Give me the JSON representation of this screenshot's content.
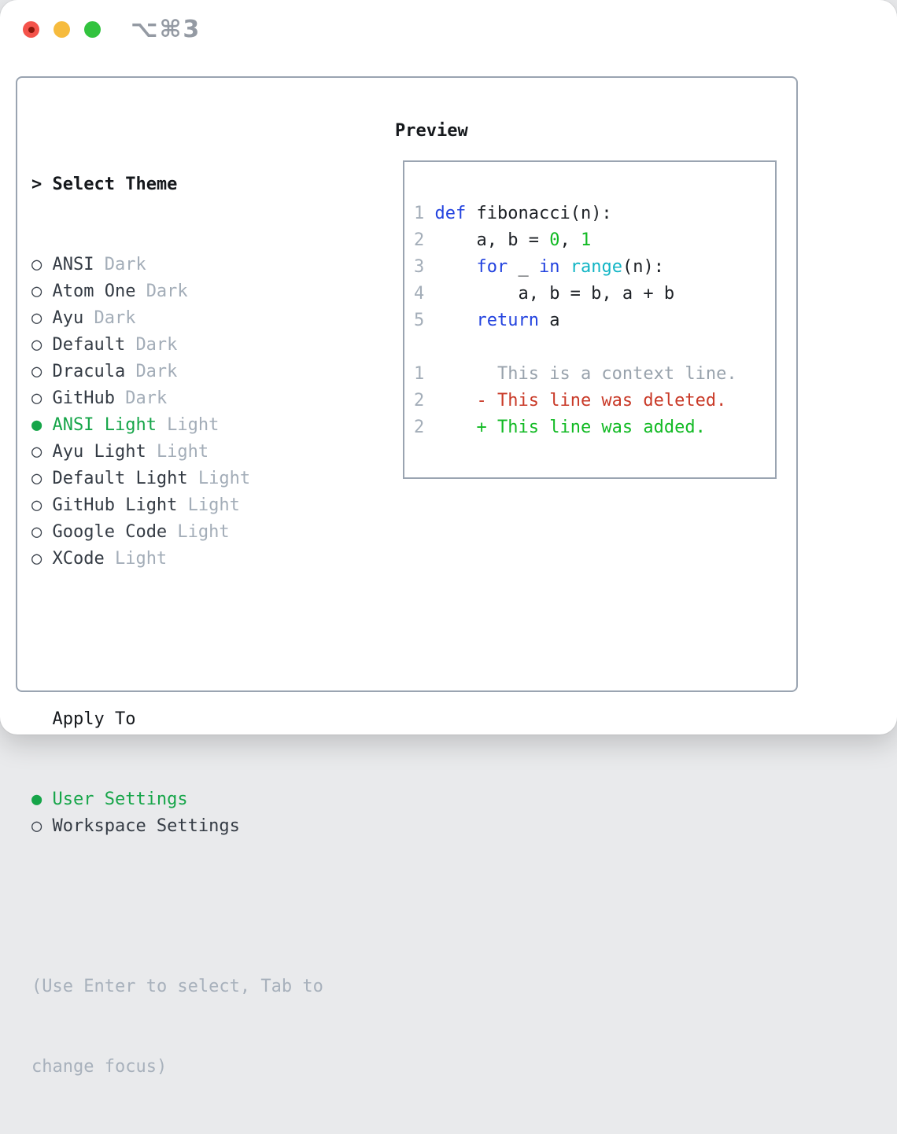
{
  "window": {
    "title": "⌥⌘3",
    "traffic_lights": [
      "close",
      "minimize",
      "zoom"
    ]
  },
  "glyphs": {
    "header_prefix": ">",
    "radio_selected": "●",
    "radio_unselected": "○"
  },
  "colors": {
    "ui_green": "#16a549",
    "code_blue": "#2343df",
    "code_cyan": "#12b5c5",
    "code_green": "#12ba24",
    "code_red": "#c93a28",
    "muted_gray": "#a3adb8",
    "border_gray": "#9aa4b1"
  },
  "left_panel": {
    "header": "Select Theme",
    "themes": [
      {
        "name": "ANSI",
        "tag": "Dark",
        "selected": false
      },
      {
        "name": "Atom One",
        "tag": "Dark",
        "selected": false
      },
      {
        "name": "Ayu",
        "tag": "Dark",
        "selected": false
      },
      {
        "name": "Default",
        "tag": "Dark",
        "selected": false
      },
      {
        "name": "Dracula",
        "tag": "Dark",
        "selected": false
      },
      {
        "name": "GitHub",
        "tag": "Dark",
        "selected": false
      },
      {
        "name": "ANSI Light",
        "tag": "Light",
        "selected": true
      },
      {
        "name": "Ayu Light",
        "tag": "Light",
        "selected": false
      },
      {
        "name": "Default Light",
        "tag": "Light",
        "selected": false
      },
      {
        "name": "GitHub Light",
        "tag": "Light",
        "selected": false
      },
      {
        "name": "Google Code",
        "tag": "Light",
        "selected": false
      },
      {
        "name": "XCode",
        "tag": "Light",
        "selected": false
      }
    ],
    "apply_to": {
      "header": "Apply To",
      "options": [
        {
          "label": "User Settings",
          "selected": true
        },
        {
          "label": "Workspace Settings",
          "selected": false
        }
      ]
    },
    "help_lines": [
      "(Use Enter to select, Tab to",
      "change focus)"
    ]
  },
  "preview": {
    "header": "Preview",
    "code_lines": [
      {
        "num": "1",
        "tokens": [
          {
            "t": "def",
            "c": "kw"
          },
          {
            "t": " fibonacci(n):",
            "c": "plain"
          }
        ]
      },
      {
        "num": "2",
        "tokens": [
          {
            "t": "    a, b = ",
            "c": "plain"
          },
          {
            "t": "0",
            "c": "num"
          },
          {
            "t": ", ",
            "c": "plain"
          },
          {
            "t": "1",
            "c": "num"
          }
        ]
      },
      {
        "num": "3",
        "tokens": [
          {
            "t": "    ",
            "c": "plain"
          },
          {
            "t": "for",
            "c": "kw"
          },
          {
            "t": " _ ",
            "c": "plain"
          },
          {
            "t": "in",
            "c": "kw"
          },
          {
            "t": " ",
            "c": "plain"
          },
          {
            "t": "range",
            "c": "fn"
          },
          {
            "t": "(n):",
            "c": "plain"
          }
        ]
      },
      {
        "num": "4",
        "tokens": [
          {
            "t": "        a, b = b, a + b",
            "c": "plain"
          }
        ]
      },
      {
        "num": "5",
        "tokens": [
          {
            "t": "    ",
            "c": "plain"
          },
          {
            "t": "return",
            "c": "kw"
          },
          {
            "t": " a",
            "c": "plain"
          }
        ]
      }
    ],
    "diff_lines": [
      {
        "num": "1",
        "sign": " ",
        "text": "This is a context line.",
        "type": "context"
      },
      {
        "num": "2",
        "sign": "-",
        "text": "This line was deleted.",
        "type": "deleted"
      },
      {
        "num": "2",
        "sign": "+",
        "text": "This line was added.",
        "type": "added"
      }
    ]
  }
}
